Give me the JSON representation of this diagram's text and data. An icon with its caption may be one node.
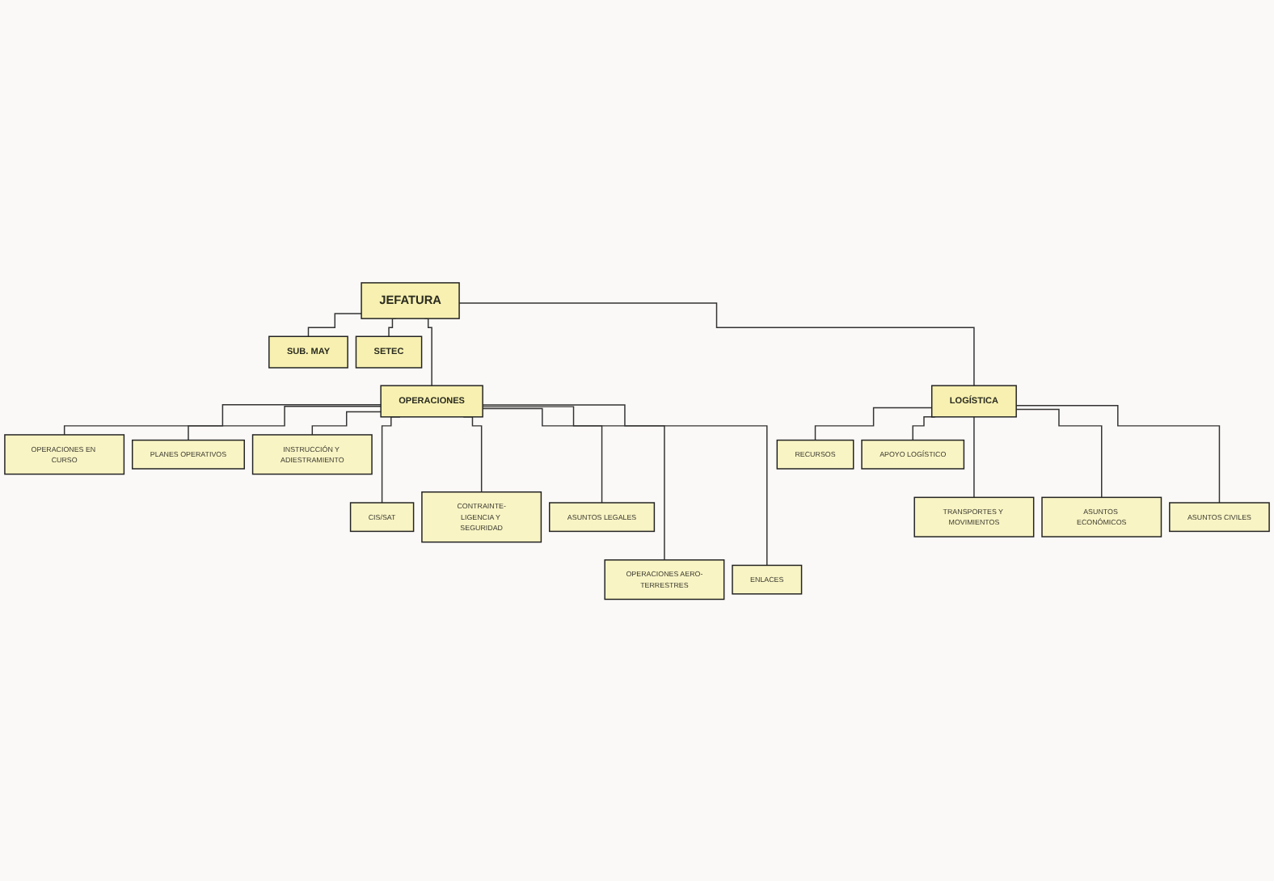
{
  "diagram": {
    "nodes": [
      {
        "text": [
          "JEFATURA"
        ]
      },
      {
        "text": [
          "SUB. MAY"
        ]
      },
      {
        "text": [
          "SETEC"
        ]
      },
      {
        "text": [
          "OPERACIONES"
        ]
      },
      {
        "text": [
          "LOGÍSTICA"
        ]
      },
      {
        "text": [
          "OPERACIONES EN CURSO"
        ]
      },
      {
        "text": [
          "PLANES OPERATIVOS"
        ]
      },
      {
        "text": [
          "INSTRUCCIÓN Y ADIESTRAMIENTO"
        ]
      },
      {
        "text": [
          "CIS/SAT"
        ]
      },
      {
        "text": [
          "CONTRAINTE-LIGENCIA Y SEGURIDAD"
        ]
      },
      {
        "text": [
          "ASUNTOS LEGALES"
        ]
      },
      {
        "text": [
          "OPERACIONES AERO-TERRESTRES"
        ]
      },
      {
        "text": [
          "ENLACES"
        ]
      },
      {
        "text": [
          "RECURSOS"
        ]
      },
      {
        "text": [
          "APOYO LOGÍSTICO"
        ]
      },
      {
        "text": [
          "TRANSPORTES Y MOVIMIENTOS"
        ]
      },
      {
        "text": [
          "ASUNTOS ECONÓMICOS"
        ]
      },
      {
        "text": [
          "ASUNTOS CIVILES"
        ]
      }
    ],
    "edges": [
      {
        "from": 0,
        "to": 1,
        "arrow": "none"
      },
      {
        "from": 0,
        "to": 2,
        "arrow": "none"
      },
      {
        "from": 0,
        "to": 3,
        "arrow": "none"
      },
      {
        "from": 0,
        "to": 4,
        "arrow": "none"
      },
      {
        "from": 3,
        "to": 5,
        "arrow": "none"
      },
      {
        "from": 3,
        "to": 6,
        "arrow": "none"
      },
      {
        "from": 3,
        "to": 7,
        "arrow": "none"
      },
      {
        "from": 3,
        "to": 8,
        "arrow": "none"
      },
      {
        "from": 3,
        "to": 9,
        "arrow": "none"
      },
      {
        "from": 3,
        "to": 10,
        "arrow": "none"
      },
      {
        "from": 3,
        "to": 11,
        "arrow": "none"
      },
      {
        "from": 3,
        "to": 12,
        "arrow": "none"
      },
      {
        "from": 4,
        "to": 13,
        "arrow": "none"
      },
      {
        "from": 4,
        "to": 14,
        "arrow": "none"
      },
      {
        "from": 4,
        "to": 15,
        "arrow": "none"
      },
      {
        "from": 4,
        "to": 16,
        "arrow": "none"
      },
      {
        "from": 4,
        "to": 17,
        "arrow": "none"
      }
    ]
  }
}
